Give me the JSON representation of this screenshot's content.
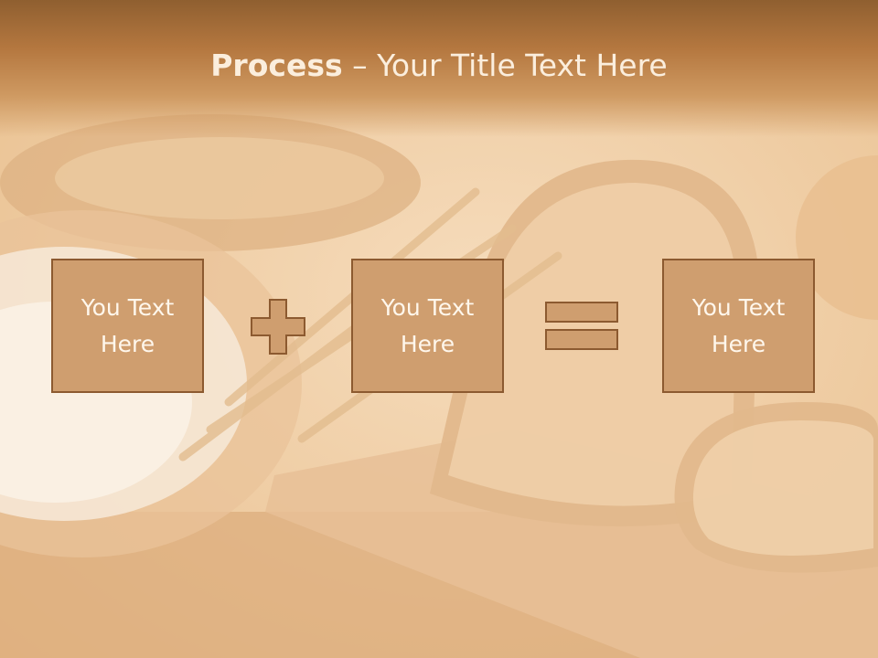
{
  "slide": {
    "title_bold": "Process",
    "title_rest": " – Your Title Text Here",
    "boxes": [
      {
        "text": "You Text\nHere"
      },
      {
        "text": "You Text\nHere"
      },
      {
        "text": "You Text\nHere"
      }
    ],
    "operators": {
      "plus": "plus-icon",
      "equals": "equals-icon"
    },
    "colors": {
      "box_fill": "#cf9e6f",
      "box_border": "#8c5a30",
      "title_band": "#b4773f",
      "text": "#fff7ec"
    }
  }
}
